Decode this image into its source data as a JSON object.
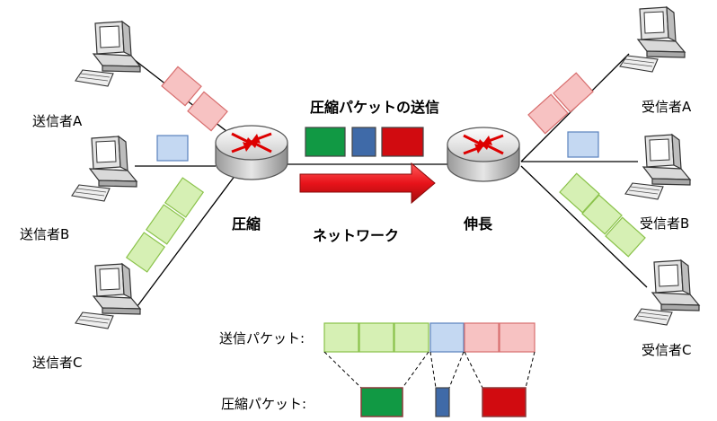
{
  "title": "圧縮パケットの送信",
  "network_label": "ネットワーク",
  "compress_label": "圧縮",
  "decompress_label": "伸長",
  "senders": [
    "送信者A",
    "送信者B",
    "送信者C"
  ],
  "receivers": [
    "受信者A",
    "受信者B",
    "受信者C"
  ],
  "legend": {
    "sent_packets_label": "送信パケット:",
    "compressed_packets_label": "圧縮パケット:"
  },
  "colors": {
    "green_light": "#d6f0b4",
    "green_dark": "#119944",
    "blue_light": "#c4d8f2",
    "blue_dark": "#3f6aa8",
    "red_light": "#f7c2c2",
    "red_dark": "#d10b10",
    "arrow_red": "#e8131a"
  }
}
